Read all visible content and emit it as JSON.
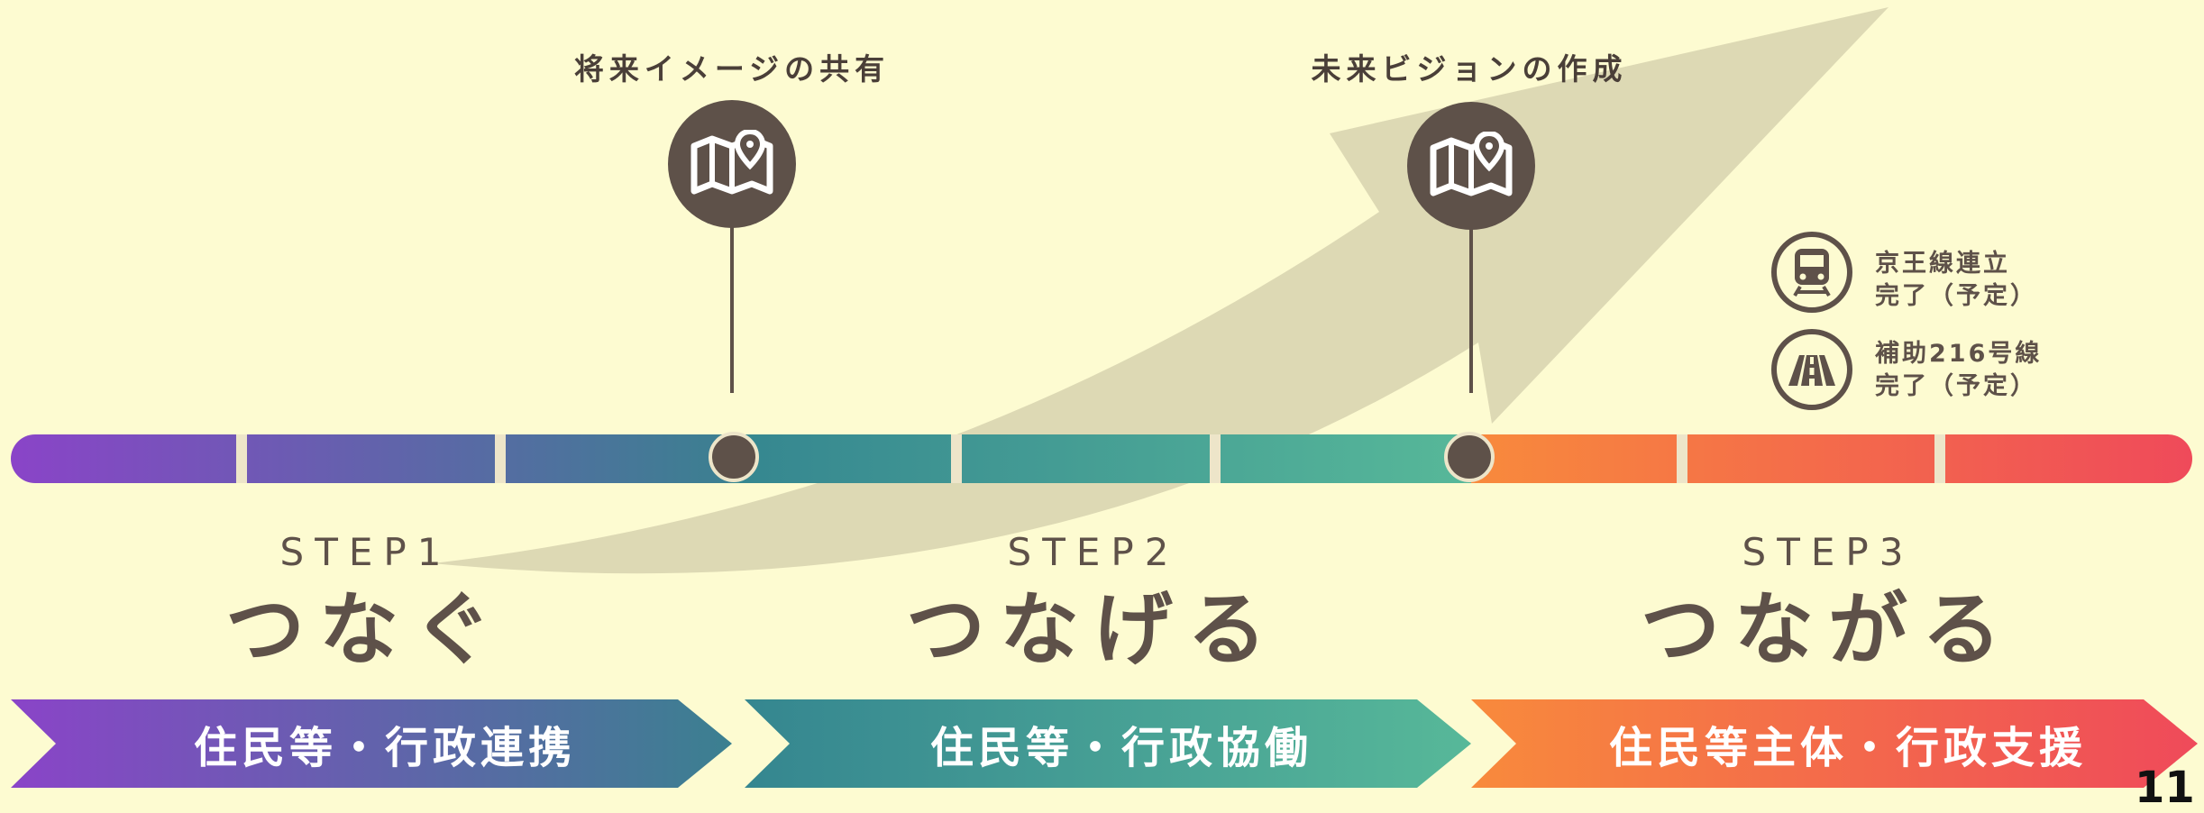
{
  "milestones": [
    {
      "label": "将来イメージの共有",
      "icon": "map-pin-icon"
    },
    {
      "label": "未来ビジョンの作成",
      "icon": "map-pin-icon"
    }
  ],
  "steps": [
    {
      "step": "STEP1",
      "title": "つなぐ",
      "phase": "住民等・行政連携"
    },
    {
      "step": "STEP2",
      "title": "つなげる",
      "phase": "住民等・行政協働"
    },
    {
      "step": "STEP3",
      "title": "つながる",
      "phase": "住民等主体・行政支援"
    }
  ],
  "events": [
    {
      "icon": "train-icon",
      "line1": "京王線連立",
      "line2": "完了（予定）"
    },
    {
      "icon": "road-icon",
      "line1": "補助216号線",
      "line2": "完了（予定）"
    }
  ],
  "page_number": "11",
  "colors": {
    "background": "#fdfbd1",
    "brown": "#5e5149",
    "arrow": "#ddd9b4",
    "step1_start": "#8a44c8",
    "step1_end": "#3b8090",
    "step2_start": "#358690",
    "step2_end": "#57b899",
    "step3_start": "#f88a3c",
    "step3_end": "#ef4a5a"
  }
}
